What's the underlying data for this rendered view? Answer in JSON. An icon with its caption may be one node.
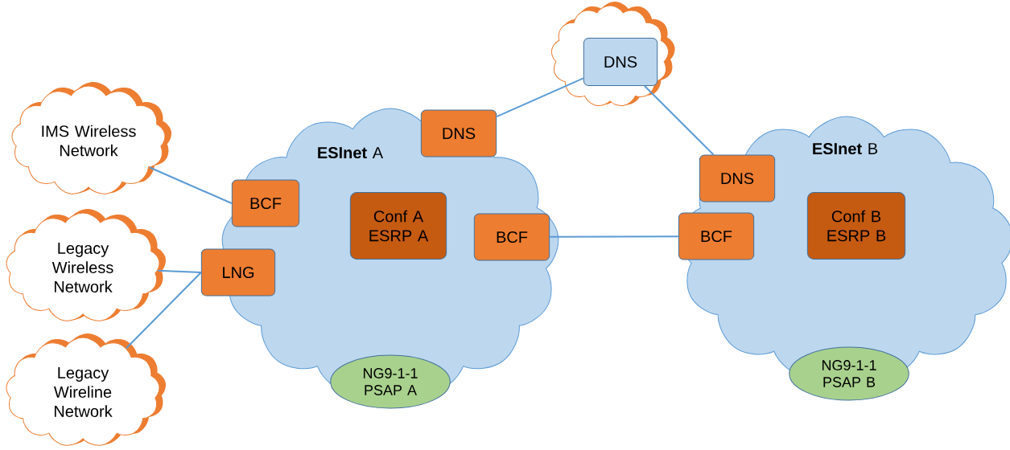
{
  "diagram": {
    "nodes": [
      {
        "text": [
          "IMS Wireless Network"
        ]
      },
      {
        "text": [
          "Legacy Wireless Network"
        ]
      },
      {
        "text": [
          "Legacy Wireline Network"
        ]
      },
      {
        "text": [
          "**ESInet** A"
        ]
      },
      {
        "text": [
          "DNS"
        ],
        "in": 3
      },
      {
        "text": [
          "BCF"
        ],
        "in": 3
      },
      {
        "text": [
          "LNG"
        ],
        "in": 3
      },
      {
        "text": [
          "Conf A ESRP A"
        ],
        "in": 3
      },
      {
        "text": [
          "BCF"
        ],
        "in": 3
      },
      {
        "text": [
          "NG9-1-1 PSAP A"
        ]
      },
      {
        "text": [],
        "shape": "cloud"
      },
      {
        "text": [
          "DNS"
        ],
        "in": 10
      },
      {
        "text": [
          "**ESInet** B"
        ]
      },
      {
        "text": [
          "DNS"
        ],
        "in": 12
      },
      {
        "text": [
          "BCF"
        ],
        "in": 12
      },
      {
        "text": [
          "Conf B ESRP B"
        ],
        "in": 12
      },
      {
        "text": [
          "NG9-1-1 PSAP B"
        ]
      }
    ],
    "edges": [
      {
        "from": 0,
        "to": 5,
        "arrow": "none"
      },
      {
        "from": 1,
        "to": 6,
        "arrow": "none"
      },
      {
        "from": 2,
        "to": 6,
        "arrow": "none"
      },
      {
        "from": 4,
        "to": 11,
        "arrow": "none"
      },
      {
        "from": 11,
        "to": 13,
        "arrow": "none"
      },
      {
        "from": 8,
        "to": 14,
        "arrow": "none"
      }
    ]
  }
}
